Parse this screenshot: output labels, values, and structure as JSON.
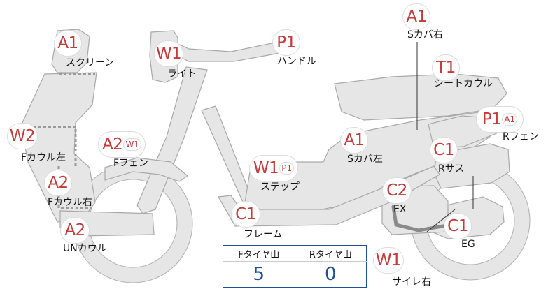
{
  "parts": [
    {
      "id": "a1-screen",
      "grade": "A1",
      "label": "スクリーン"
    },
    {
      "id": "w1-light",
      "grade": "W1",
      "label": "ライト"
    },
    {
      "id": "p1-handle",
      "grade": "P1",
      "label": "ハンドル"
    },
    {
      "id": "a1-s-cover-right",
      "grade": "A1",
      "label": "Sカバ右"
    },
    {
      "id": "t1-seat-cowl",
      "grade": "T1",
      "label": "シートカウル"
    },
    {
      "id": "w2-f-cowl-left",
      "grade": "W2",
      "label": "Fカウル左"
    },
    {
      "id": "a2-f-fender",
      "grade": "A2",
      "sub": "W1",
      "label": "Fフェン"
    },
    {
      "id": "p1-r-fender",
      "grade": "P1",
      "sub": "A1",
      "label": "Rフェン"
    },
    {
      "id": "a1-s-cover-left",
      "grade": "A1",
      "label": "Sカバ左"
    },
    {
      "id": "c1-r-suspension",
      "grade": "C1",
      "label": "Rサス"
    },
    {
      "id": "w1-step",
      "grade": "W1",
      "sub": "P1",
      "label": "ステップ"
    },
    {
      "id": "a2-f-cowl-right",
      "grade": "A2",
      "label": "Fカウル右"
    },
    {
      "id": "c2-exhaust",
      "grade": "C2",
      "label": "EX"
    },
    {
      "id": "c1-frame",
      "grade": "C1",
      "label": "フレーム"
    },
    {
      "id": "c1-engine",
      "grade": "C1",
      "label": "EG"
    },
    {
      "id": "a2-un-cowl",
      "grade": "A2",
      "label": "UNカウル"
    },
    {
      "id": "w1-muffler-right",
      "grade": "W1",
      "label": "サイレ右"
    }
  ],
  "tread_table": {
    "headers": [
      "Fタイヤ山",
      "Rタイヤ山"
    ],
    "values": [
      "5",
      "0"
    ]
  }
}
